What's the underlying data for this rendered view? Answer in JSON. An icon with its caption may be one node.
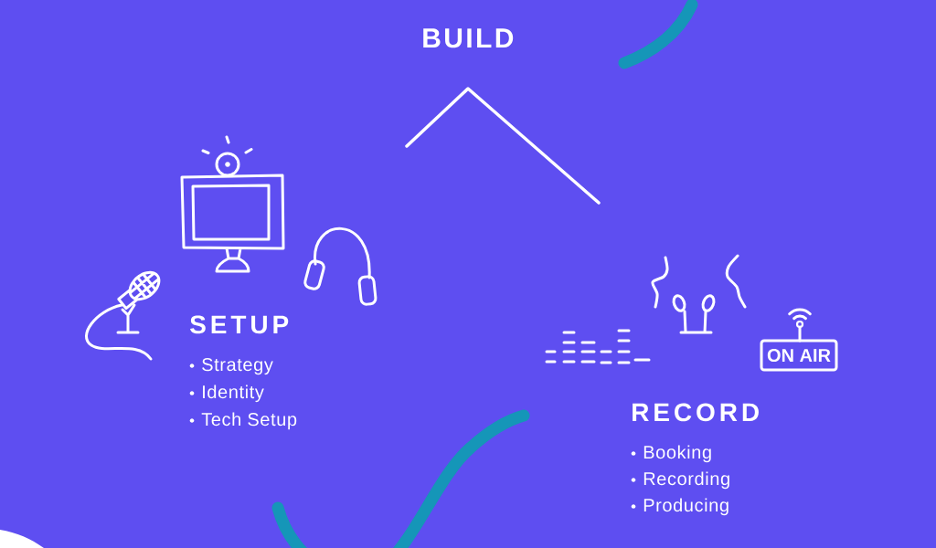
{
  "diagram": {
    "nodes": [
      {
        "text": [
          "ON AIR"
        ]
      }
    ],
    "labels": [
      "BUILD",
      "SETUP",
      "Strategy",
      "Identity",
      "Tech Setup",
      "RECORD",
      "Booking",
      "Recording",
      "Producing"
    ]
  }
}
